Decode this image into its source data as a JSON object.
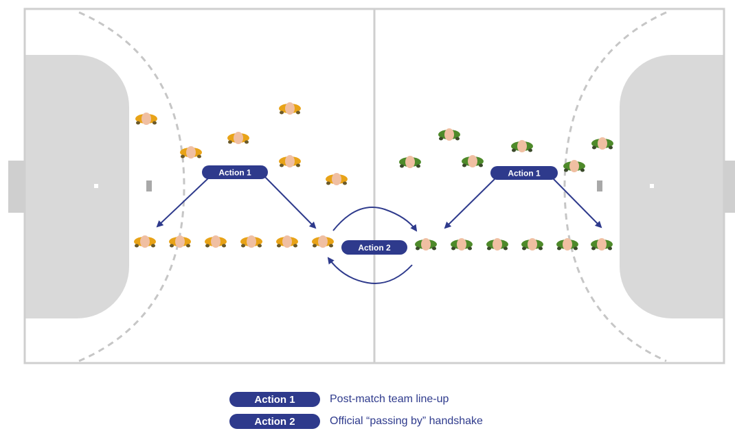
{
  "diagram": {
    "court_labels": {
      "left_action_1": "Action 1",
      "right_action_1": "Action 1",
      "center_action_2": "Action 2"
    },
    "legend": [
      {
        "pill": "Action 1",
        "description": "Post-match team line-up"
      },
      {
        "pill": "Action 2",
        "description": "Official “passing by” handshake"
      }
    ],
    "colors": {
      "team_left": "#e8a317",
      "team_right": "#4e8a2a",
      "action_pill": "#2e3a8c",
      "court_line": "#cfcfcf",
      "goal_area": "#d9d9d9"
    }
  }
}
